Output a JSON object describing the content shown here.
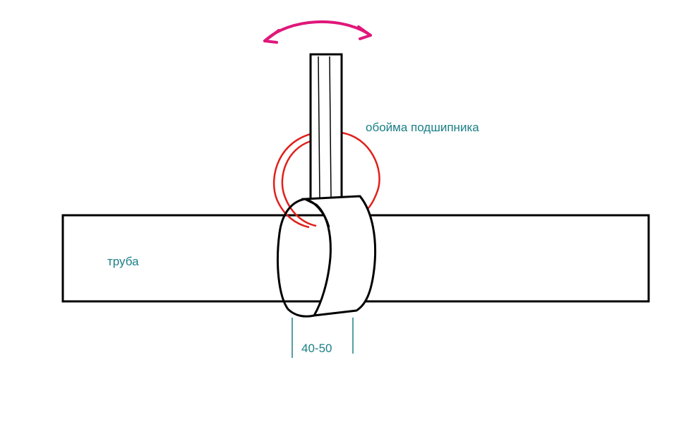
{
  "labels": {
    "bearing_race": "обойма подшипника",
    "pipe": "труба",
    "clamp_width": "40-50"
  },
  "colors": {
    "label_text": "#1a7f86",
    "outline": "#000000",
    "bearing_circle": "#e0201b",
    "rotation_arrow": "#e0177a",
    "dimension_lines": "#1a7f86"
  }
}
